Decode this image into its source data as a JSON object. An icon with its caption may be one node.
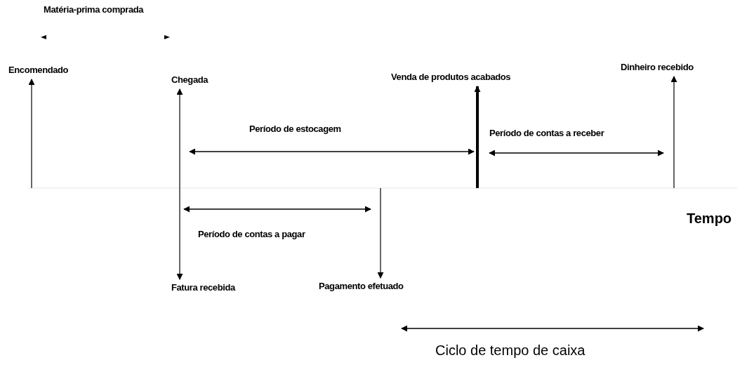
{
  "diagram": {
    "nodes": [
      {
        "text": [
          "Encomendado"
        ]
      },
      {
        "text": [
          "Chegada"
        ]
      },
      {
        "text": [
          "Venda de produtos acabados"
        ]
      },
      {
        "text": [
          "Dinheiro recebido"
        ]
      },
      {
        "text": [
          "Fatura recebida"
        ]
      },
      {
        "text": [
          "Pagamento efetuado"
        ]
      }
    ],
    "edges": [
      {
        "from": null,
        "to": 0,
        "arrow": "to"
      },
      {
        "from": 4,
        "to": 1,
        "arrow": "both"
      },
      {
        "from": null,
        "to": 2,
        "arrow": "to",
        "style": "thick"
      },
      {
        "from": null,
        "to": 3,
        "arrow": "to"
      },
      {
        "from": null,
        "to": 5,
        "arrow": "to"
      }
    ],
    "labels": [
      "Matéria-prima comprada",
      "Período de estocagem",
      "Período de contas a receber",
      "Período de contas a pagar",
      "Tempo",
      "Ciclo de tempo de caixa"
    ]
  }
}
